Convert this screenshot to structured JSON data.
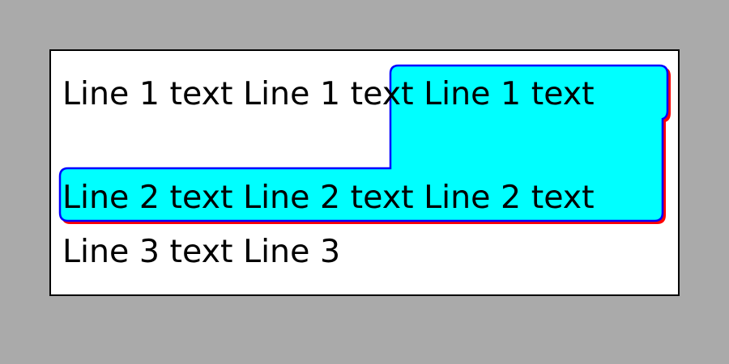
{
  "lines": [
    {
      "text": "Line 1 text Line 1 text Line 1 text"
    },
    {
      "text": "Line 2 text Line 2 text Line 2 text"
    },
    {
      "text": "Line 3 text Line 3"
    }
  ],
  "colors": {
    "background": "#aaaaaa",
    "panel": "#ffffff",
    "panel_border": "#000000",
    "highlight_fill": "#00ffff",
    "highlight_border": "#0000ff",
    "highlight_shadow": "#ff0000",
    "text": "#000000"
  }
}
